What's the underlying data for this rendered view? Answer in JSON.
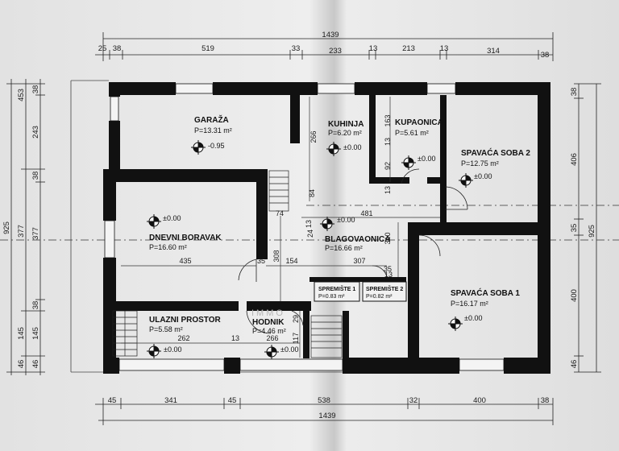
{
  "top_dimensions": {
    "total": "1439",
    "segments_row1": [
      "25",
      "38",
      "519",
      "33",
      "233",
      "13",
      "213",
      "13",
      "314",
      "38"
    ]
  },
  "bottom_dimensions": {
    "total": "1439",
    "segments": [
      "45",
      "341",
      "45",
      "538",
      "32",
      "400",
      "38"
    ]
  },
  "left_dimensions": {
    "total": "925",
    "outer": [
      "453",
      "377",
      "145",
      "46"
    ],
    "inner": [
      "38",
      "243",
      "38",
      "377",
      "38",
      "145",
      "46"
    ]
  },
  "right_dimensions": {
    "total": "925",
    "outer": [
      "406",
      "35",
      "400",
      "46"
    ],
    "inner": [
      "38"
    ]
  },
  "rooms": [
    {
      "name": "GARAŽA",
      "area": "P=13.31 m²",
      "level": "-0.95"
    },
    {
      "name": "KUHINJA",
      "area": "P=6.20 m²",
      "level": "±0.00"
    },
    {
      "name": "KUPAONICA",
      "area": "P=5.61 m²",
      "level": "±0.00"
    },
    {
      "name": "SPAVAĆA SOBA 2",
      "area": "P=12.75 m²",
      "level": "±0.00"
    },
    {
      "name": "DNEVNI BORAVAK",
      "area": "P=16.60 m²",
      "level": "±0.00"
    },
    {
      "name": "BLAGOVAONICA",
      "area": "P=16.66 m²",
      "level": "±0.00"
    },
    {
      "name": "SPAVAĆA SOBA 1",
      "area": "P=16.17 m²",
      "level": "±0.00"
    },
    {
      "name": "ULAZNI PROSTOR",
      "area": "P=5.58 m²",
      "level": "±0.00"
    },
    {
      "name": "HODNIK",
      "area": "P=4.46 m²",
      "level": "±0.00"
    },
    {
      "name": "SPREMIŠTE 1",
      "area": "P=0.83 m²"
    },
    {
      "name": "SPREMIŠTE 2",
      "area": "P=0.82 m²"
    }
  ],
  "inner_dimensions": [
    "266",
    "163",
    "13",
    "92",
    "13",
    "84",
    "74",
    "24",
    "481",
    "310",
    "435",
    "35",
    "154",
    "308",
    "307",
    "13",
    "262",
    "13",
    "266",
    "117",
    "29",
    "35",
    "13"
  ],
  "watermark": "IMMO"
}
